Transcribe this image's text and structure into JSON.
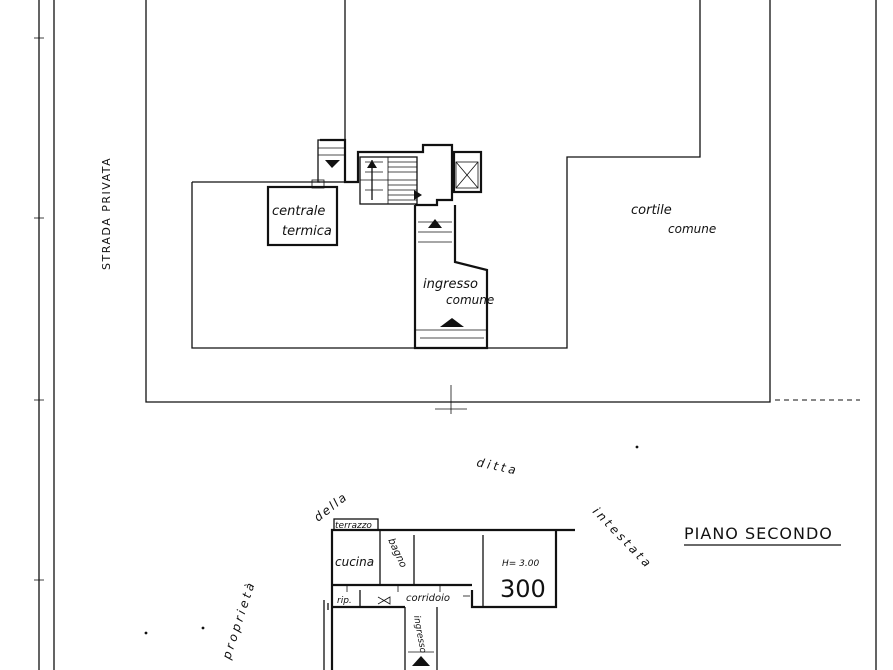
{
  "labels": {
    "strada_privata": "STRADA PRIVATA",
    "centrale_termica_1": "centrale",
    "centrale_termica_2": "termica",
    "cortile_1": "cortile",
    "cortile_2": "comune",
    "ingresso_comune_1": "ingresso",
    "ingresso_comune_2": "comune",
    "proprieta": "proprietà",
    "della": "della",
    "ditta": "ditta",
    "intestata": "intestata",
    "piano_secondo": "PIANO SECONDO",
    "terrazzo": "terrazzo",
    "cucina": "cucina",
    "bagno": "bagno",
    "height_label": "H= 3.00",
    "unit_number": "300",
    "ripostiglio": "rip.",
    "corridoio": "corridoio",
    "ingresso_unit": "ingresso"
  }
}
